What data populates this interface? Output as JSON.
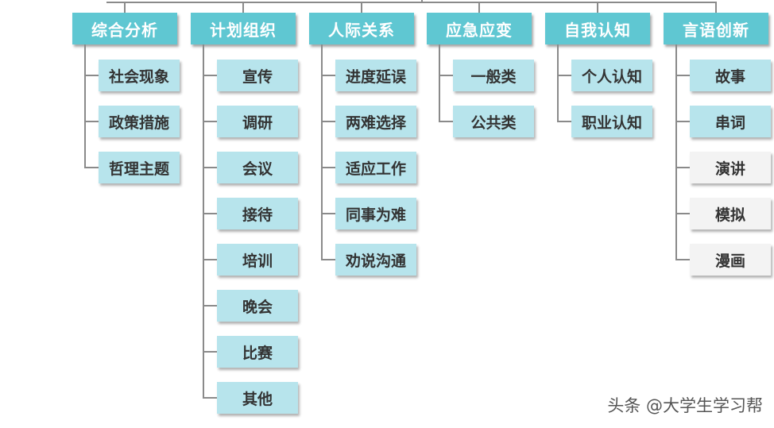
{
  "categories": [
    {
      "label": "综合分析",
      "items": [
        {
          "label": "社会现象",
          "style": "teal"
        },
        {
          "label": "政策措施",
          "style": "teal"
        },
        {
          "label": "哲理主题",
          "style": "teal"
        }
      ]
    },
    {
      "label": "计划组织",
      "items": [
        {
          "label": "宣传",
          "style": "teal"
        },
        {
          "label": "调研",
          "style": "teal"
        },
        {
          "label": "会议",
          "style": "teal"
        },
        {
          "label": "接待",
          "style": "teal"
        },
        {
          "label": "培训",
          "style": "teal"
        },
        {
          "label": "晚会",
          "style": "teal"
        },
        {
          "label": "比赛",
          "style": "teal"
        },
        {
          "label": "其他",
          "style": "teal"
        }
      ]
    },
    {
      "label": "人际关系",
      "items": [
        {
          "label": "进度延误",
          "style": "teal"
        },
        {
          "label": "两难选择",
          "style": "teal"
        },
        {
          "label": "适应工作",
          "style": "teal"
        },
        {
          "label": "同事为难",
          "style": "teal"
        },
        {
          "label": "劝说沟通",
          "style": "teal"
        }
      ]
    },
    {
      "label": "应急应变",
      "items": [
        {
          "label": "一般类",
          "style": "teal"
        },
        {
          "label": "公共类",
          "style": "teal"
        }
      ]
    },
    {
      "label": "自我认知",
      "items": [
        {
          "label": "个人认知",
          "style": "teal"
        },
        {
          "label": "职业认知",
          "style": "teal"
        }
      ]
    },
    {
      "label": "言语创新",
      "items": [
        {
          "label": "故事",
          "style": "teal"
        },
        {
          "label": "串词",
          "style": "teal"
        },
        {
          "label": "演讲",
          "style": "grey"
        },
        {
          "label": "模拟",
          "style": "grey"
        },
        {
          "label": "漫画",
          "style": "grey"
        }
      ]
    }
  ],
  "watermark": "头条 @大学生学习帮",
  "colors": {
    "category_fill": "#5fc7d2",
    "item_fill": "#b7e4ec",
    "item_fill_muted": "#f3f3f3",
    "connector": "#8a8a8a"
  }
}
